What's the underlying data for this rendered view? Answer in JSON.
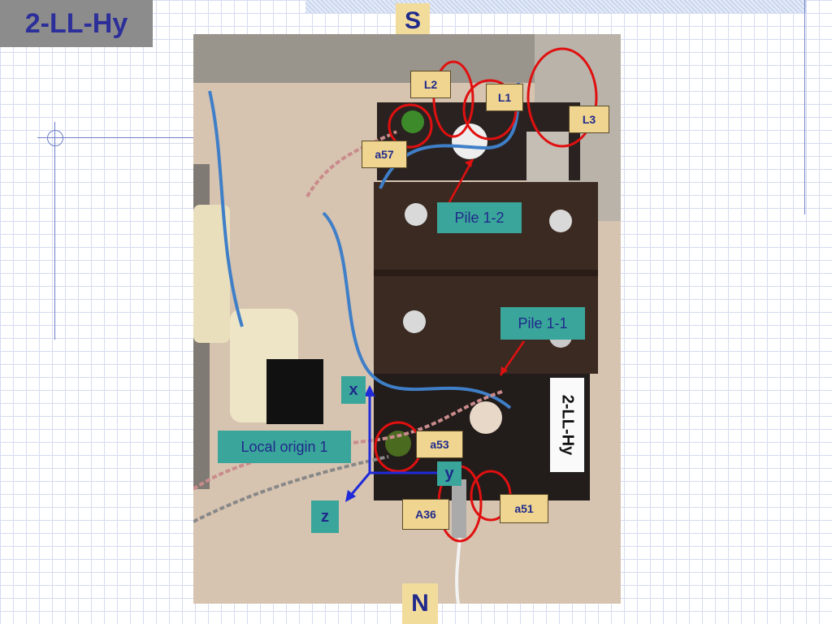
{
  "slide": {
    "title": "2-LL-Hy",
    "direction_top": "S",
    "direction_bottom": "N"
  },
  "photo": {
    "sign_text": "2-LL-Hy"
  },
  "tags": {
    "l2": "L2",
    "l1": "L1",
    "l3": "L3",
    "a57": "a57",
    "a53": "a53",
    "a51": "a51",
    "a36": "A36"
  },
  "callouts": {
    "pile_1_2": "Pile 1-2",
    "pile_1_1": "Pile 1-1",
    "local_origin": "Local origin 1"
  },
  "axes": {
    "x": "x",
    "y": "y",
    "z": "z"
  },
  "colors": {
    "title_bg": "#8c8c8c",
    "title_text": "#2c2f9a",
    "highlight_circle": "#e01010",
    "axis_arrow": "#1f2ad8",
    "teal_callout": "#3aa59a",
    "tag_bg": "#f0d590"
  }
}
